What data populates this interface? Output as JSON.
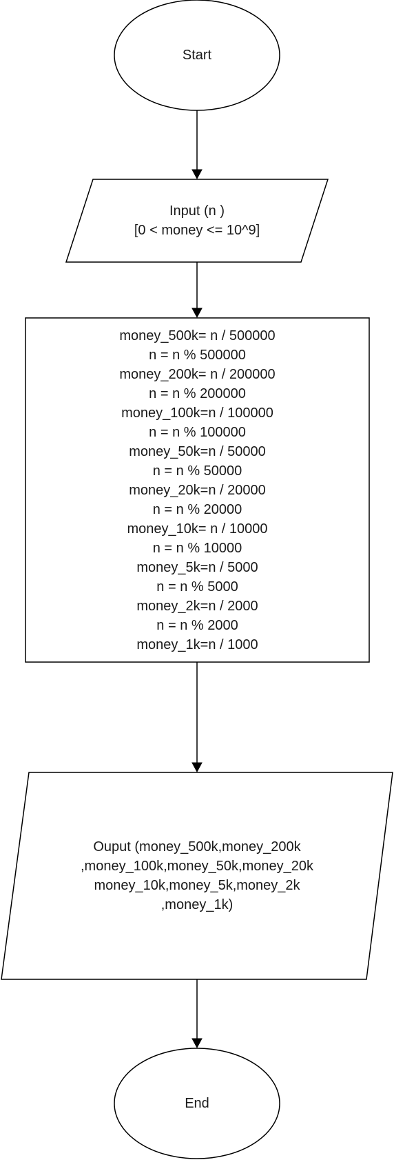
{
  "flowchart": {
    "start": {
      "label": "Start"
    },
    "input": {
      "lines": [
        "Input (n )",
        "[0 < money <= 10^9]"
      ]
    },
    "process": {
      "lines": [
        "money_500k= n / 500000",
        "n = n % 500000",
        "money_200k= n / 200000",
        "n = n % 200000",
        "money_100k=n / 100000",
        "n = n % 100000",
        "money_50k=n / 50000",
        "n = n % 50000",
        "money_20k=n / 20000",
        "n = n % 20000",
        "money_10k= n / 10000",
        "n = n % 10000",
        "money_5k=n / 5000",
        "n = n % 5000",
        "money_2k=n / 2000",
        "n = n % 2000",
        "money_1k=n / 1000"
      ]
    },
    "output": {
      "lines": [
        "Ouput (money_500k,money_200k",
        ",money_100k,money_50k,money_20k",
        "money_10k,money_5k,money_2k",
        ",money_1k)"
      ]
    },
    "end": {
      "label": "End"
    }
  }
}
